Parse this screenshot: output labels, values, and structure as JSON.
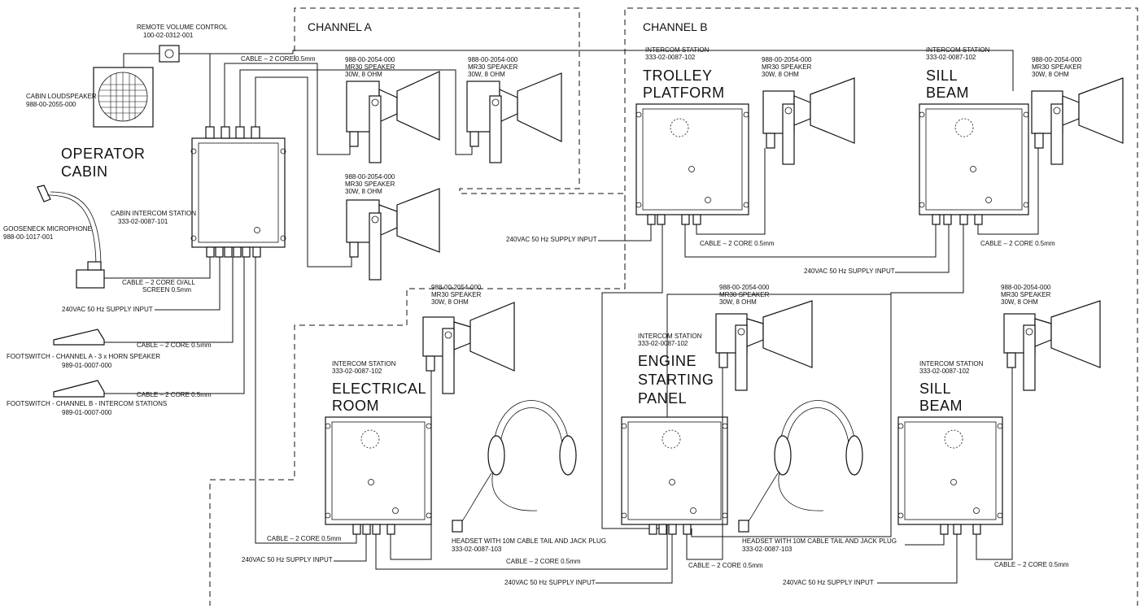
{
  "channels": {
    "a": "CHANNEL A",
    "b": "CHANNEL B"
  },
  "speaker": {
    "part": "988-00-2054-000",
    "model": "MR30 SPEAKER",
    "rating": "30W, 8 OHM"
  },
  "cables": {
    "core2": "CABLE – 2 CORE 0.5mm",
    "screen_1": "CABLE – 2 CORE O/ALL",
    "screen_2": "SCREEN 0.5mm"
  },
  "supply": {
    "label": "240VAC 50 Hz SUPPLY INPUT"
  },
  "operator": {
    "title_1": "OPERATOR",
    "title_2": "CABIN",
    "loudspeaker": {
      "name": "CABIN LOUDSPEAKER",
      "part": "988-00-2055-000"
    },
    "volume": {
      "name": "REMOTE VOLUME CONTROL",
      "part": "100-02-0312-001"
    },
    "station": {
      "name": "CABIN INTERCOM STATION",
      "part": "333-02-0087-101"
    },
    "microphone": {
      "name": "GOOSENECK MICROPHONE",
      "part": "988-00-1017-001"
    },
    "footswitch_a": {
      "name": "FOOTSWITCH - CHANNEL A - 3 x HORN SPEAKER",
      "part": "989-01-0007-000"
    },
    "footswitch_b": {
      "name": "FOOTSWITCH - CHANNEL B - INTERCOM STATIONS",
      "part": "989-01-0007-000"
    }
  },
  "stations": [
    {
      "caption": "INTERCOM STATION",
      "part": "333-02-0087-102",
      "title_1": "TROLLEY",
      "title_2": "PLATFORM"
    },
    {
      "caption": "INTERCOM STATION",
      "part": "333-02-0087-102",
      "title_1": "SILL",
      "title_2": "BEAM"
    },
    {
      "caption": "INTERCOM STATION",
      "part": "333-02-0087-102",
      "title_1": "ELECTRICAL",
      "title_2": "ROOM"
    },
    {
      "caption": "INTERCOM STATION",
      "part": "333-02-0087-102",
      "title_1": "ENGINE",
      "title_2": "STARTING",
      "title_3": "PANEL"
    },
    {
      "caption": "INTERCOM STATION",
      "part": "333-02-0087-102",
      "title_1": "SILL",
      "title_2": "BEAM"
    }
  ],
  "headset": {
    "name": "HEADSET WITH 10M CABLE TAIL AND JACK PLUG",
    "part": "333-02-0087-103"
  }
}
